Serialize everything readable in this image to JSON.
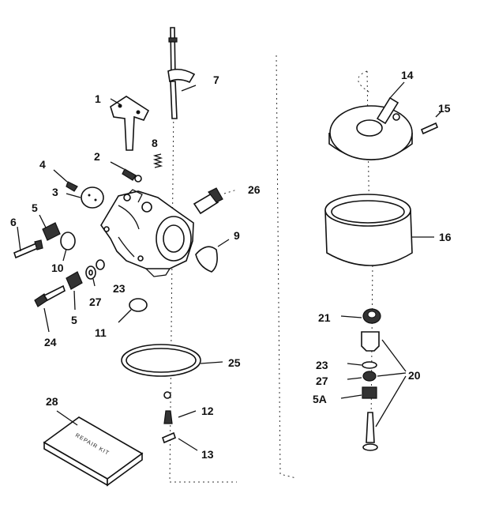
{
  "labels": {
    "l1": "1",
    "l2": "2",
    "l3": "3",
    "l4": "4",
    "l5a": "5",
    "l5b": "5",
    "l6": "6",
    "l7": "7",
    "l8": "8",
    "l9": "9",
    "l10": "10",
    "l11": "11",
    "l12": "12",
    "l13": "13",
    "l14": "14",
    "l15": "15",
    "l16": "16",
    "l20": "20",
    "l21": "21",
    "l23a": "23",
    "l23b": "23",
    "l24": "24",
    "l25": "25",
    "l26": "26",
    "l27a": "27",
    "l27b": "27",
    "l28": "28",
    "l5A": "5A"
  },
  "kit_text": "REPAIR KIT"
}
